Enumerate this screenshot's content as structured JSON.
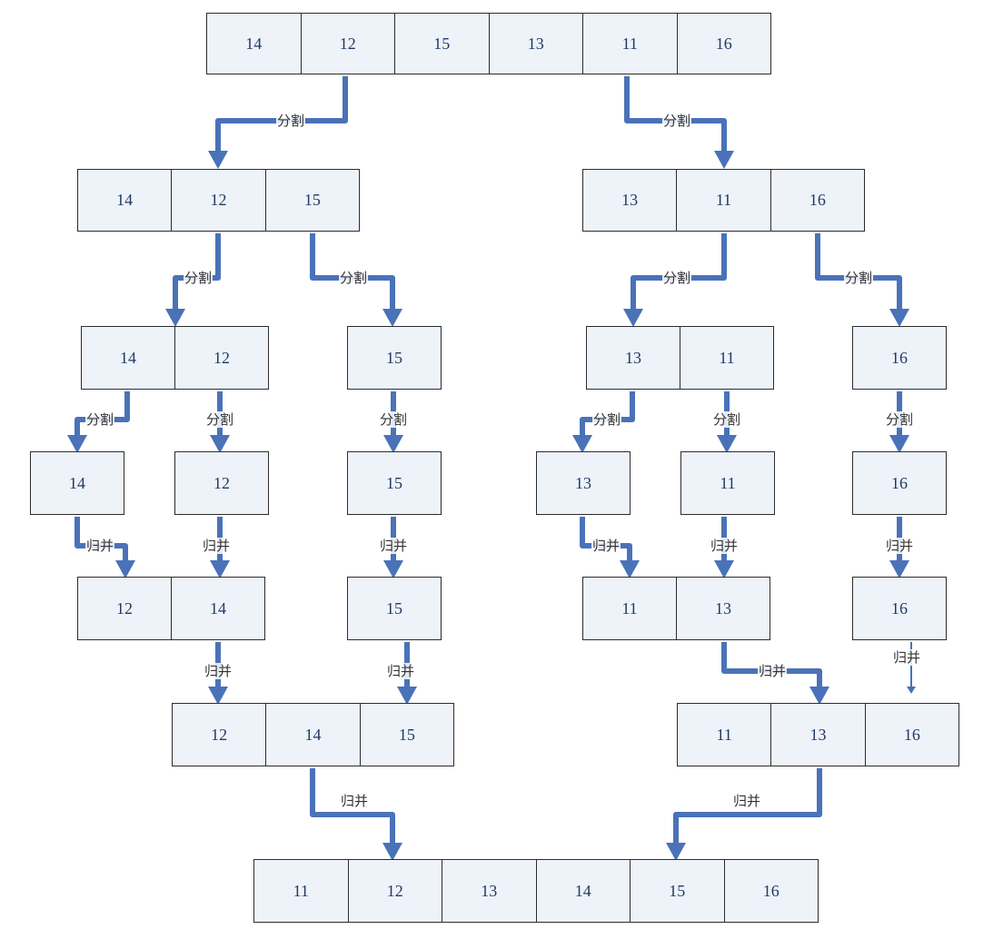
{
  "colors": {
    "arrow": "#4a72b8",
    "cell_fill": "#eef3fa",
    "border": "#2c2c2c",
    "number": "#1f3a63"
  },
  "labels": {
    "split": "分割",
    "merge": "归并"
  },
  "rows": {
    "root": [
      "14",
      "12",
      "15",
      "13",
      "11",
      "16"
    ],
    "l1_left": [
      "14",
      "12",
      "15"
    ],
    "l1_right": [
      "13",
      "11",
      "16"
    ],
    "l2_a": [
      "14",
      "12"
    ],
    "l2_b": [
      "15"
    ],
    "l2_c": [
      "13",
      "11"
    ],
    "l2_d": [
      "16"
    ],
    "l3_a": [
      "14"
    ],
    "l3_b": [
      "12"
    ],
    "l3_c": [
      "15"
    ],
    "l3_d": [
      "13"
    ],
    "l3_e": [
      "11"
    ],
    "l3_f": [
      "16"
    ],
    "m1_a": [
      "12",
      "14"
    ],
    "m1_b": [
      "15"
    ],
    "m1_c": [
      "11",
      "13"
    ],
    "m1_d": [
      "16"
    ],
    "m2_left": [
      "12",
      "14",
      "15"
    ],
    "m2_right": [
      "11",
      "13",
      "16"
    ],
    "result": [
      "11",
      "12",
      "13",
      "14",
      "15",
      "16"
    ]
  }
}
